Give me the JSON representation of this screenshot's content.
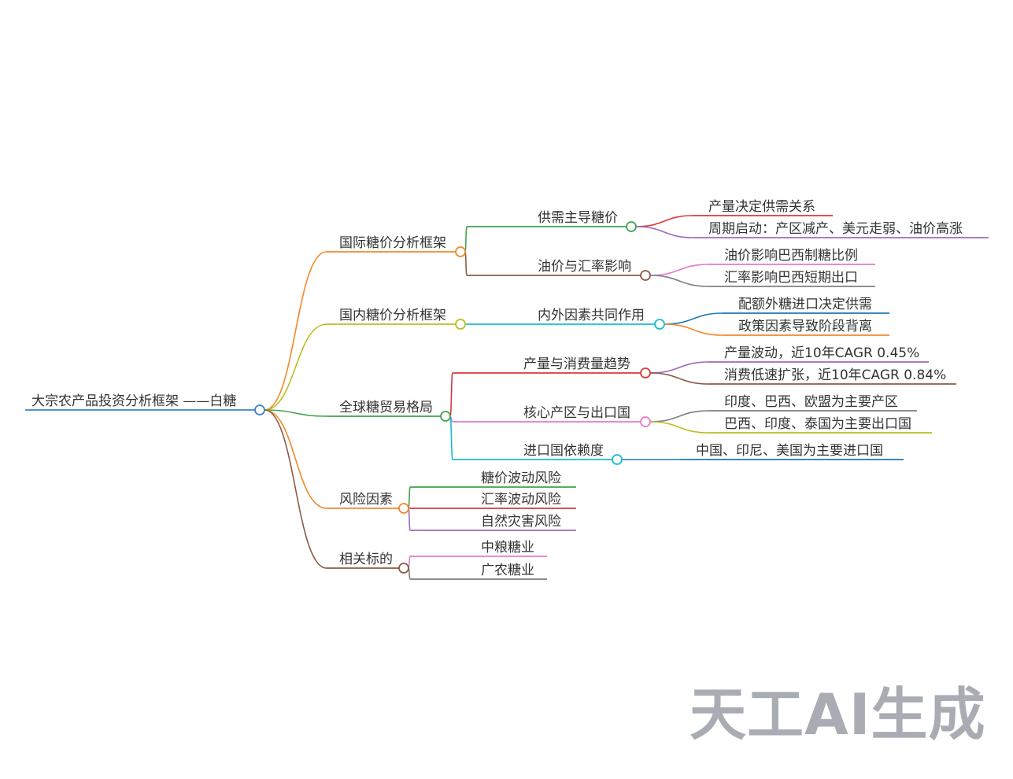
{
  "root": {
    "label": "大宗农产品投资分析框架 ——白糖",
    "color": "#3b82c4"
  },
  "branches": [
    {
      "label": "国际糖价分析框架",
      "color": "#f0892b",
      "children": [
        {
          "label": "供需主导糖价",
          "color": "#3fa34d",
          "children": [
            {
              "label": "产量决定供需关系",
              "color": "#d8393b"
            },
            {
              "label": "周期启动：产区减产、美元走弱、油价高涨",
              "color": "#9b6ac0"
            }
          ]
        },
        {
          "label": "油价与汇率影响",
          "color": "#8c5a46",
          "children": [
            {
              "label": "油价影响巴西制糖比例",
              "color": "#e57ac9"
            },
            {
              "label": "汇率影响巴西短期出口",
              "color": "#7f7f7f"
            }
          ]
        }
      ]
    },
    {
      "label": "国内糖价分析框架",
      "color": "#bcbd22",
      "children": [
        {
          "label": "内外因素共同作用",
          "color": "#17becf",
          "children": [
            {
              "label": "配额外糖进口决定供需",
              "color": "#1f77b4"
            },
            {
              "label": "政策因素导致阶段背离",
              "color": "#f0892b"
            }
          ]
        }
      ]
    },
    {
      "label": "全球糖贸易格局",
      "color": "#3fa34d",
      "children": [
        {
          "label": "产量与消费量趋势",
          "color": "#d8393b",
          "children": [
            {
              "label": "产量波动，近10年CAGR 0.45%",
              "color": "#9b6ac0"
            },
            {
              "label": "消费低速扩张，近10年CAGR 0.84%",
              "color": "#8c5a46"
            }
          ]
        },
        {
          "label": "核心产区与出口国",
          "color": "#e57ac9",
          "children": [
            {
              "label": "印度、巴西、欧盟为主要产区",
              "color": "#7f7f7f"
            },
            {
              "label": "巴西、印度、泰国为主要出口国",
              "color": "#bcbd22"
            }
          ]
        },
        {
          "label": "进口国依赖度",
          "color": "#17becf",
          "children": [
            {
              "label": "中国、印尼、美国为主要进口国",
              "color": "#1f77b4"
            }
          ]
        }
      ]
    },
    {
      "label": "风险因素",
      "color": "#f0892b",
      "children": [
        {
          "label": "糖价波动风险",
          "color": "#3fa34d"
        },
        {
          "label": "汇率波动风险",
          "color": "#d8393b"
        },
        {
          "label": "自然灾害风险",
          "color": "#9b6ac0"
        }
      ]
    },
    {
      "label": "相关标的",
      "color": "#8c5a46",
      "children": [
        {
          "label": "中粮糖业",
          "color": "#e57ac9"
        },
        {
          "label": "广农糖业",
          "color": "#7f7f7f"
        }
      ]
    }
  ],
  "watermark": "天工AI生成"
}
